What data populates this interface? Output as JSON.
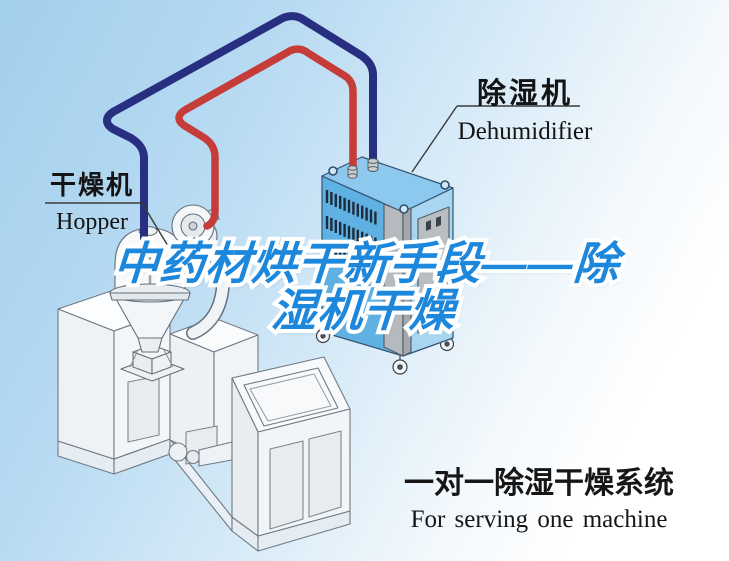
{
  "labels": {
    "dehumidifier": {
      "zh": "除湿机",
      "en": "Dehumidifier"
    },
    "hopper": {
      "zh": "干燥机",
      "en": "Hopper"
    }
  },
  "headline": {
    "line1": "中药材烘干新手段——除",
    "line2": "湿机干燥",
    "color": "#1d87dc",
    "outline_color": "#ffffff"
  },
  "caption": {
    "zh": "一对一除湿干燥系统",
    "en": "For serving one machine"
  },
  "diagram": {
    "parts": [
      "dehumidifier-unit",
      "hopper-dryer",
      "blower",
      "extruder-machine",
      "supply-air-pipe",
      "return-air-pipe"
    ],
    "pipes": {
      "supply_color": "#c53c38",
      "return_color": "#292f80"
    },
    "dehumidifier": {
      "top": "#8dc9ee",
      "left": "#60b1e3",
      "right": "#a8d6f2"
    }
  }
}
